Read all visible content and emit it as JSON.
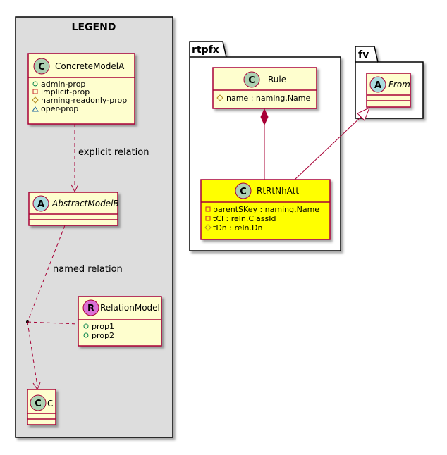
{
  "legend": {
    "title": "LEGEND",
    "concrete": {
      "stereo": "C",
      "name": "ConcreteModelA",
      "attrs": [
        {
          "vis": "+",
          "text": "admin-prop"
        },
        {
          "vis": "-",
          "text": "implicit-prop"
        },
        {
          "vis": "#",
          "text": "naming-readonly-prop"
        },
        {
          "vis": "~",
          "text": "oper-prop"
        }
      ]
    },
    "abstract": {
      "stereo": "A",
      "name": "AbstractModelB"
    },
    "relation_model": {
      "stereo": "R",
      "name": "RelationModel",
      "attrs": [
        {
          "vis": "+",
          "text": "prop1"
        },
        {
          "vis": "+",
          "text": "prop2"
        }
      ]
    },
    "c_class": {
      "stereo": "C",
      "name": "C"
    },
    "explicit_label": "explicit relation",
    "named_label": "named relation"
  },
  "rtpfx": {
    "title": "rtpfx",
    "rule": {
      "stereo": "C",
      "name": "Rule",
      "attrs": [
        {
          "vis": "#",
          "text": "name : naming.Name"
        }
      ]
    },
    "rtrtnhatt": {
      "stereo": "C",
      "name": "RtRtNhAtt",
      "attrs": [
        {
          "vis": "-",
          "text": "parentSKey : naming.Name"
        },
        {
          "vis": "-",
          "text": "tCl : reln.ClassId"
        },
        {
          "vis": "#",
          "text": "tDn : reln.Dn"
        }
      ]
    }
  },
  "fv": {
    "title": "fv",
    "from": {
      "stereo": "A",
      "name": "From"
    }
  },
  "colors": {
    "class_fill": "#FEFECE",
    "class_border": "#A80036",
    "highlight_fill": "#FFFF00",
    "legend_bg": "#DDDDDD",
    "c_circle": "#ADD1B2",
    "a_circle": "#A9DCDF",
    "r_circle": "#DA70D6"
  }
}
